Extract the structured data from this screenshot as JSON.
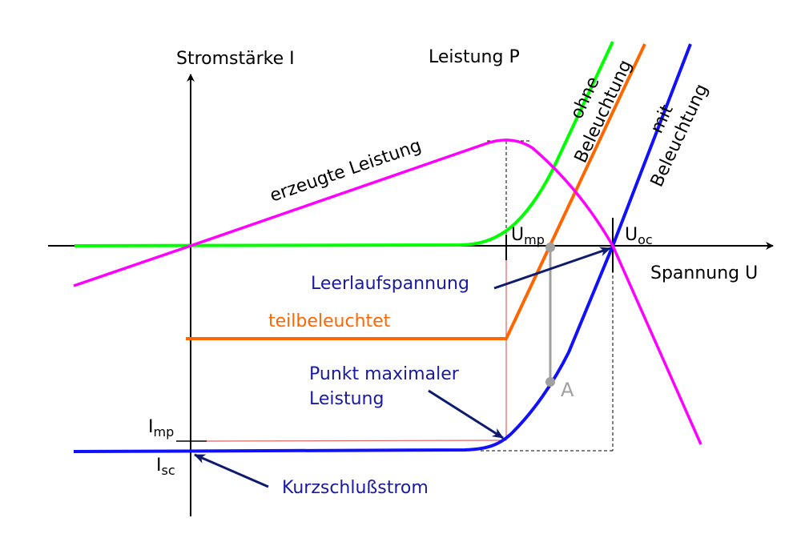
{
  "labels": {
    "current_axis": "Stromstärke I",
    "power_axis": "Leistung P",
    "voltage_axis": "Spannung U",
    "generated_power": "erzeugte Leistung",
    "without_light_1": "ohne",
    "without_light_2": "Beleuchtung",
    "with_light_1": "mit",
    "with_light_2": "Beleuchtung",
    "partially_lit": "teilbeleuchtet",
    "open_circuit_voltage": "Leerlaufspannung",
    "mpp_1": "Punkt maximaler",
    "mpp_2": "Leistung",
    "short_circuit_current": "Kurzschlußstrom",
    "point_a": "A",
    "u_mp": "U",
    "u_mp_sub": "mp",
    "u_oc": "U",
    "u_oc_sub": "oc",
    "i_mp": "I",
    "i_mp_sub": "mp",
    "i_sc": "I",
    "i_sc_sub": "sc"
  },
  "colors": {
    "dark": "#00ff00",
    "partial": "#ff6600",
    "lit": "#1010ff",
    "power": "#ff00ff",
    "annotation": "#1a1aa0",
    "point_a": "#a0a0a0"
  }
}
